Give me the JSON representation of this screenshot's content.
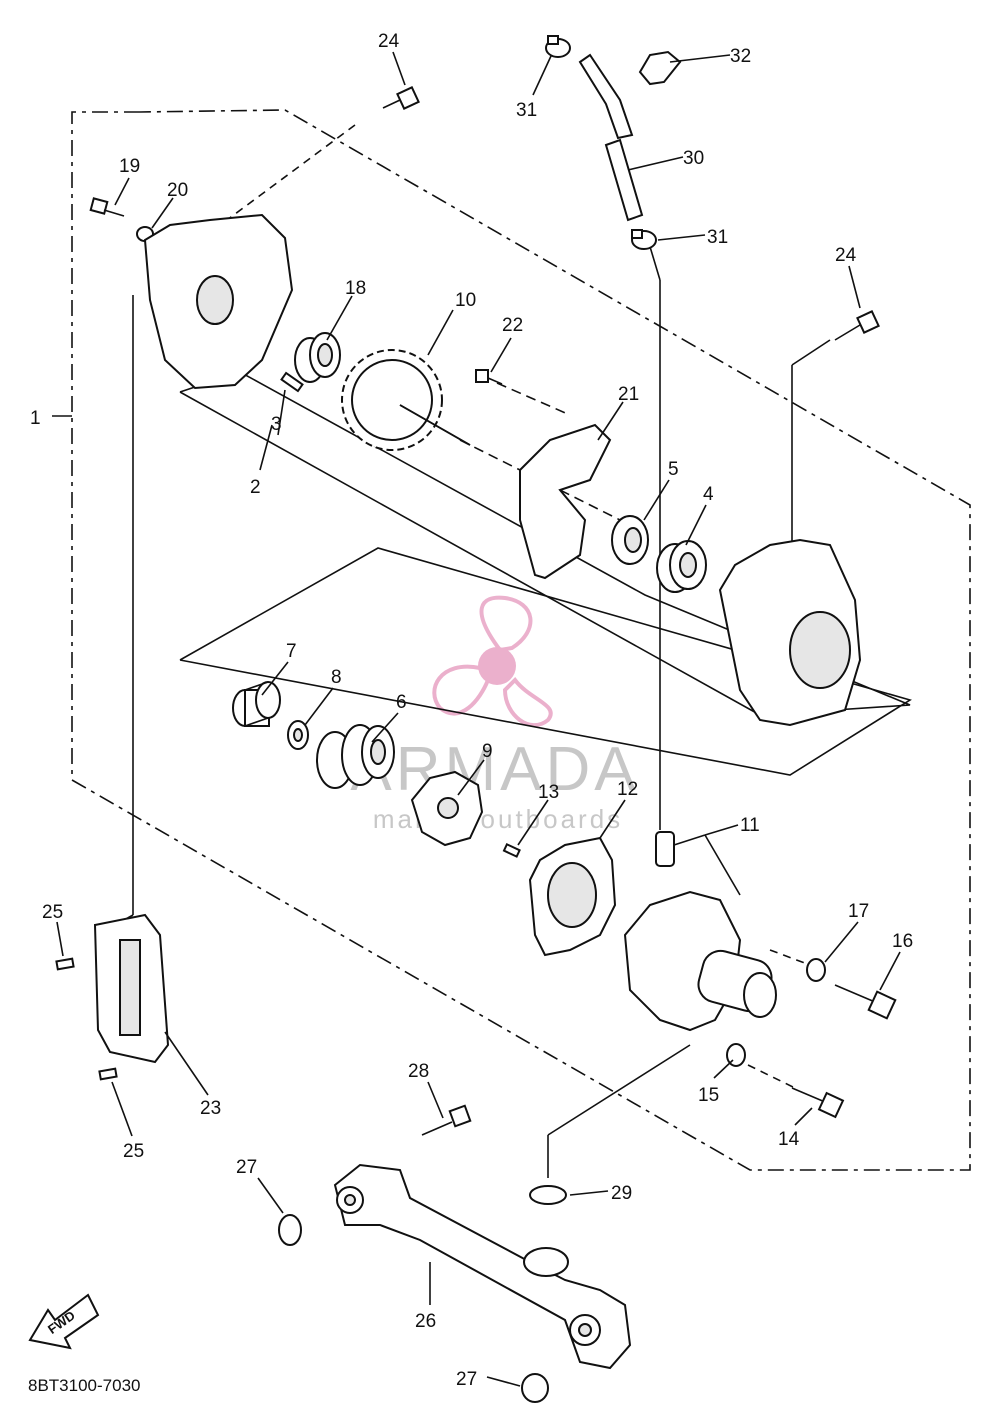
{
  "diagram_code": "8BT3100-7030",
  "fwd_label": "FWD",
  "watermark": {
    "brand": "ARMADA",
    "tagline": "marine outboards",
    "accent": "#e8a3c4"
  },
  "labels": {
    "l1": "1",
    "l2": "2",
    "l3": "3",
    "l4": "4",
    "l5": "5",
    "l6": "6",
    "l7": "7",
    "l8": "8",
    "l9": "9",
    "l10": "10",
    "l11": "11",
    "l12": "12",
    "l13": "13",
    "l14": "14",
    "l15": "15",
    "l16": "16",
    "l17": "17",
    "l18": "18",
    "l19": "19",
    "l20": "20",
    "l21": "21",
    "l22": "22",
    "l23": "23",
    "l24a": "24",
    "l24b": "24",
    "l25a": "25",
    "l25b": "25",
    "l26": "26",
    "l27a": "27",
    "l27b": "27",
    "l28": "28",
    "l29": "29",
    "l30": "30",
    "l31a": "31",
    "l31b": "31",
    "l32": "32"
  }
}
